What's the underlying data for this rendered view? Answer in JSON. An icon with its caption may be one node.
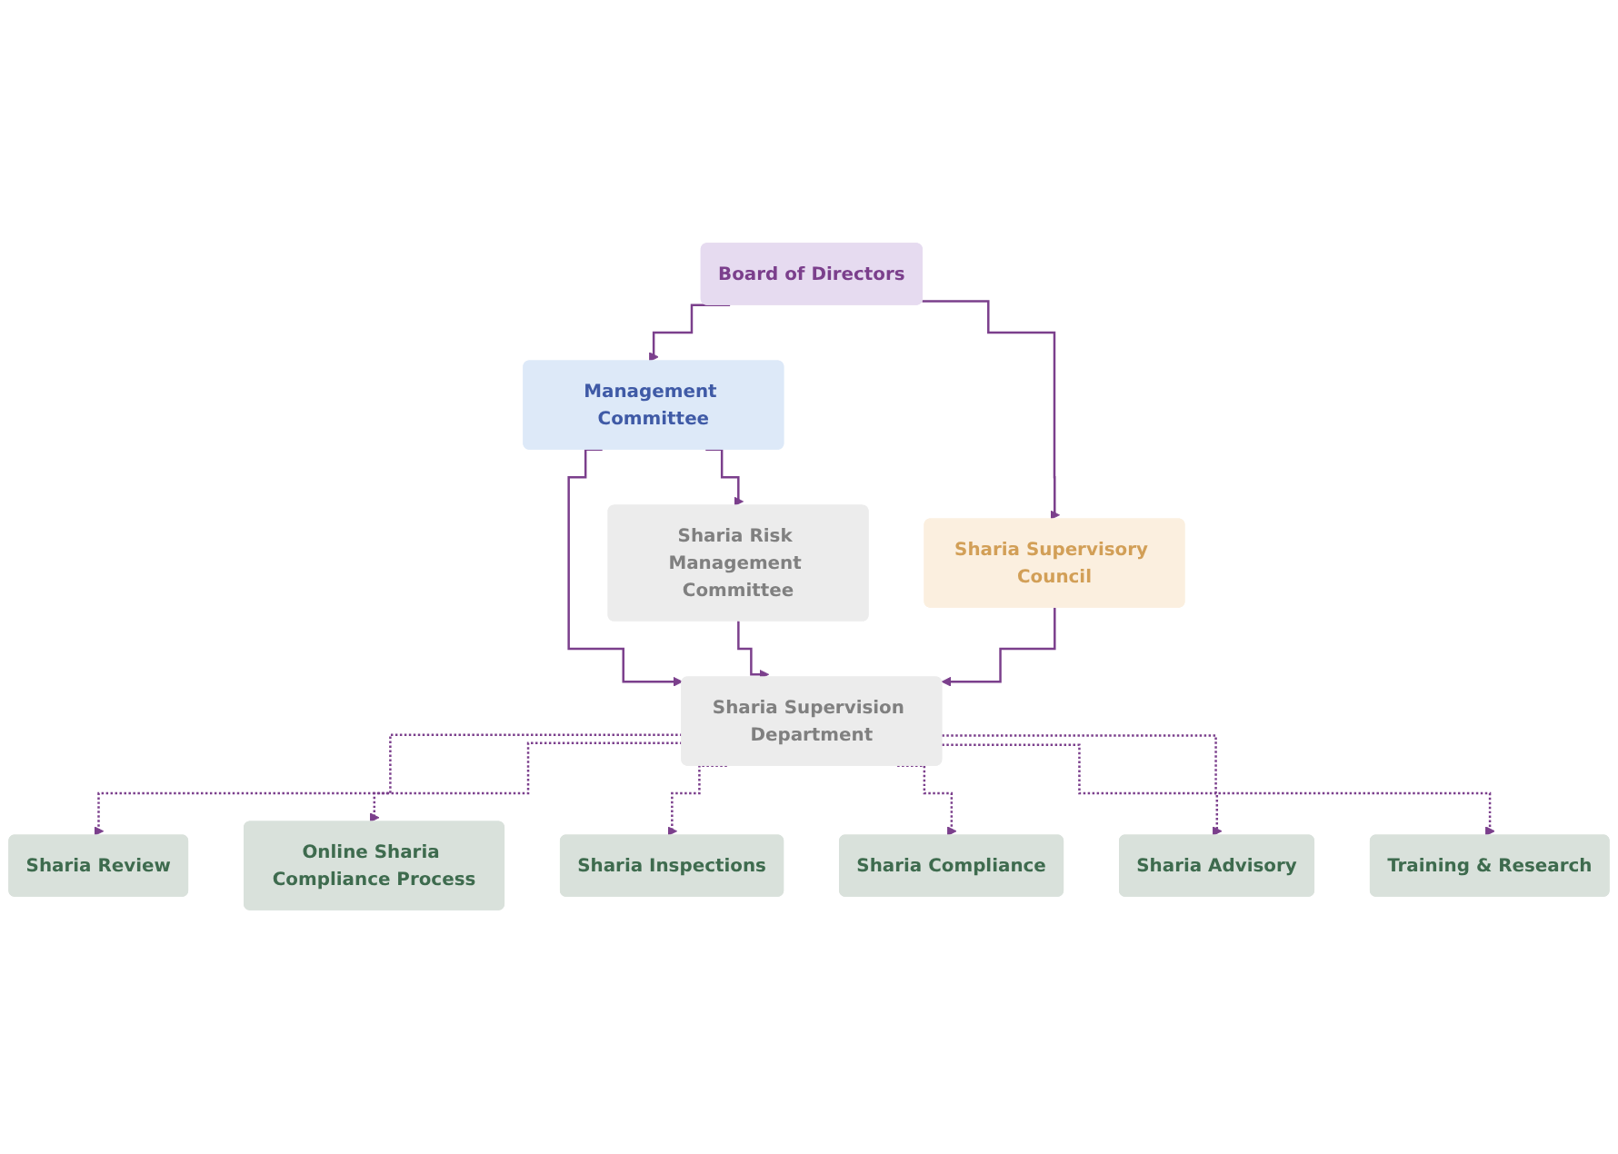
{
  "diagram": {
    "nodes": [
      {
        "text": [
          "Board of Directors"
        ]
      },
      {
        "text": [
          "Sharia Supervisory Council"
        ]
      },
      {
        "text": [
          "Management Committee"
        ]
      },
      {
        "text": [
          "Sharia Risk Management Committee"
        ]
      },
      {
        "text": [
          "Sharia Supervision Department"
        ]
      },
      {
        "text": [
          "Sharia Review"
        ]
      },
      {
        "text": [
          "Sharia Inspections"
        ]
      },
      {
        "text": [
          "Sharia Compliance"
        ]
      },
      {
        "text": [
          "Training & Research"
        ]
      },
      {
        "text": [
          "Online Sharia Compliance Process"
        ]
      },
      {
        "text": [
          "Sharia Advisory"
        ]
      }
    ],
    "edges": [
      {
        "from": 0,
        "to": 1,
        "arrow": "to"
      },
      {
        "from": 0,
        "to": 2,
        "arrow": "to"
      },
      {
        "from": 2,
        "to": 3,
        "arrow": "to"
      },
      {
        "from": 2,
        "to": 4,
        "arrow": "to"
      },
      {
        "from": 3,
        "to": 4,
        "arrow": "to"
      },
      {
        "from": 1,
        "to": 4,
        "arrow": "to"
      },
      {
        "from": 4,
        "to": 5,
        "arrow": "to",
        "style": "dashed"
      },
      {
        "from": 4,
        "to": 9,
        "arrow": "to",
        "style": "dashed"
      },
      {
        "from": 4,
        "to": 6,
        "arrow": "to",
        "style": "dashed"
      },
      {
        "from": 4,
        "to": 7,
        "arrow": "to",
        "style": "dashed"
      },
      {
        "from": 4,
        "to": 10,
        "arrow": "to",
        "style": "dashed"
      },
      {
        "from": 4,
        "to": 8,
        "arrow": "to",
        "style": "dashed"
      }
    ]
  }
}
